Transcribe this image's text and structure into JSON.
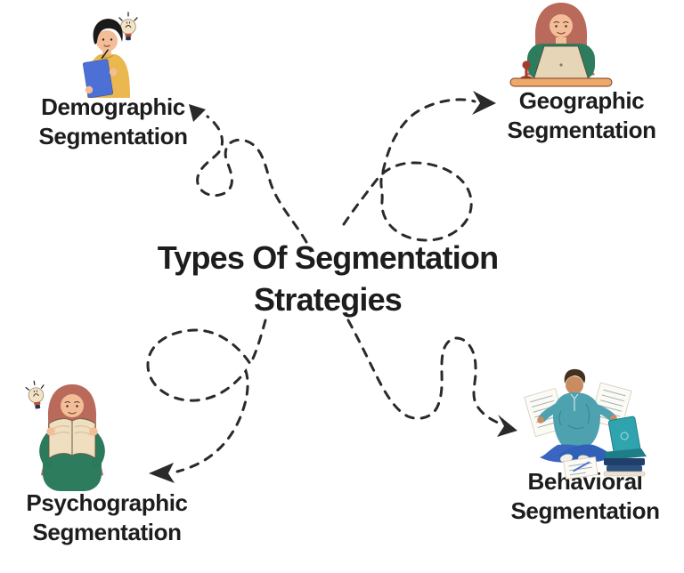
{
  "title": {
    "line1": "Types Of Segmentation",
    "line2": "Strategies"
  },
  "nodes": [
    {
      "id": "demographic",
      "line1": "Demographic",
      "line2": "Segmentation",
      "position": "top-left",
      "illustration": "man-writing-on-blue-clipboard-with-lightbulb"
    },
    {
      "id": "geographic",
      "line1": "Geographic",
      "line2": "Segmentation",
      "position": "top-right",
      "illustration": "woman-working-on-laptop-at-desk-with-lamp"
    },
    {
      "id": "psychographic",
      "line1": "Psychographic",
      "line2": "Segmentation",
      "position": "bottom-left",
      "illustration": "woman-reading-open-book-with-lightbulb"
    },
    {
      "id": "behavioral",
      "line1": "Behavioral",
      "line2": "Segmentation",
      "position": "bottom-right",
      "illustration": "man-sitting-cross-legged-reading-papers-with-laptop-and-books"
    }
  ],
  "icons": {
    "lightbulb": "lightbulb-icon",
    "arrows": [
      "arrowhead-demographic",
      "arrowhead-geographic",
      "arrowhead-psychographic",
      "arrowhead-behavioral"
    ]
  },
  "colors": {
    "background": "#FFFFFF",
    "text": "#1D1D1D",
    "connector": "#2A2A2A",
    "skin": "#F3BD98",
    "skin_dark": "#C98B60",
    "hair_black": "#1A1A1A",
    "hair_auburn": "#B96A5B",
    "hair_brown": "#43301F",
    "shirt_yellow": "#EBB850",
    "clipboard_blue": "#4C70D6",
    "sweater_green": "#2D7C5D",
    "laptop_beige": "#E7D5B8",
    "desk_tan": "#EDA96C",
    "lamp_red": "#A43C2B",
    "book_cream": "#EFDEC0",
    "shirt_teal": "#4EA2B0",
    "jeans_blue": "#3A66C0",
    "laptop_teal": "#2FA3AE",
    "book_navy": "#20406B",
    "bulb_cream": "#F2E2C6"
  }
}
